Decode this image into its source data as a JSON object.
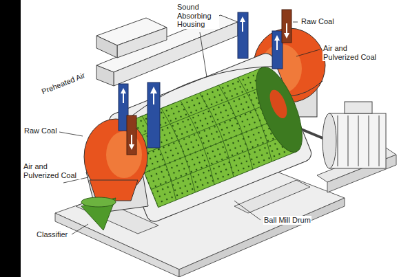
{
  "diagram": {
    "labels": [
      "Sound Absorbing Housing",
      "Raw Coal",
      "Air and Pulverized Coal",
      "Preheated Air",
      "Raw Coal",
      "Air and Pulverized Coal",
      "Classifier",
      "Ball Mill Drum"
    ]
  }
}
